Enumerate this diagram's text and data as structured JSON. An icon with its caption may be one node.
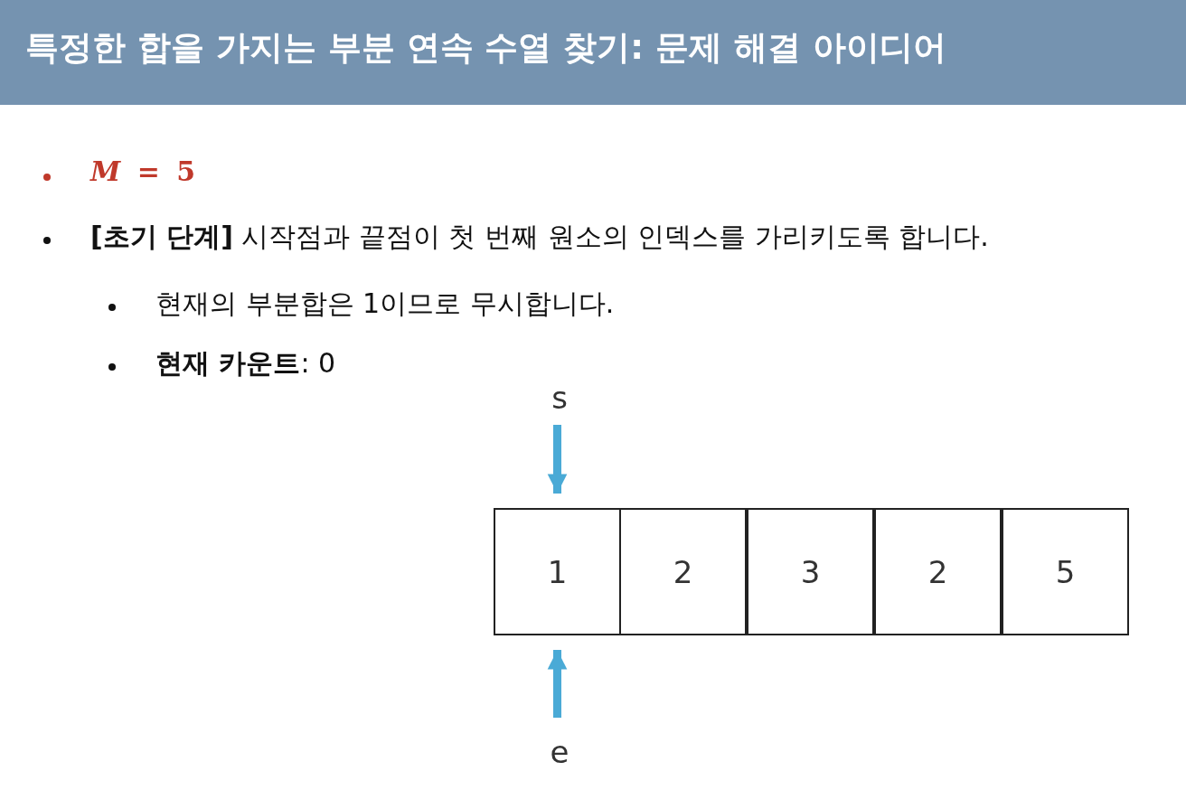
{
  "diagram": {
    "title": "특정한 합을 가지는 부분 연속 수열 찾기: 문제 해결 아이디어",
    "nodes": [
      {
        "text": [
          "s"
        ]
      },
      {
        "text": [
          "1"
        ]
      },
      {
        "text": [
          "2"
        ]
      },
      {
        "text": [
          "3"
        ]
      },
      {
        "text": [
          "2"
        ]
      },
      {
        "text": [
          "5"
        ]
      },
      {
        "text": [
          "e"
        ]
      }
    ],
    "edges": [
      {
        "from": 0,
        "to": 1,
        "arrow": "to"
      },
      {
        "from": 6,
        "to": 1,
        "arrow": "to"
      }
    ],
    "labels": [
      "*M* = **5**",
      "**[초기 단계]** 시작점과 끝점이 첫 번째 원소의 인덱스를 가리키도록 합니다.",
      "현재의 부분합은 1이므로 무시합니다.",
      "**현재 카운트**: 0"
    ]
  }
}
